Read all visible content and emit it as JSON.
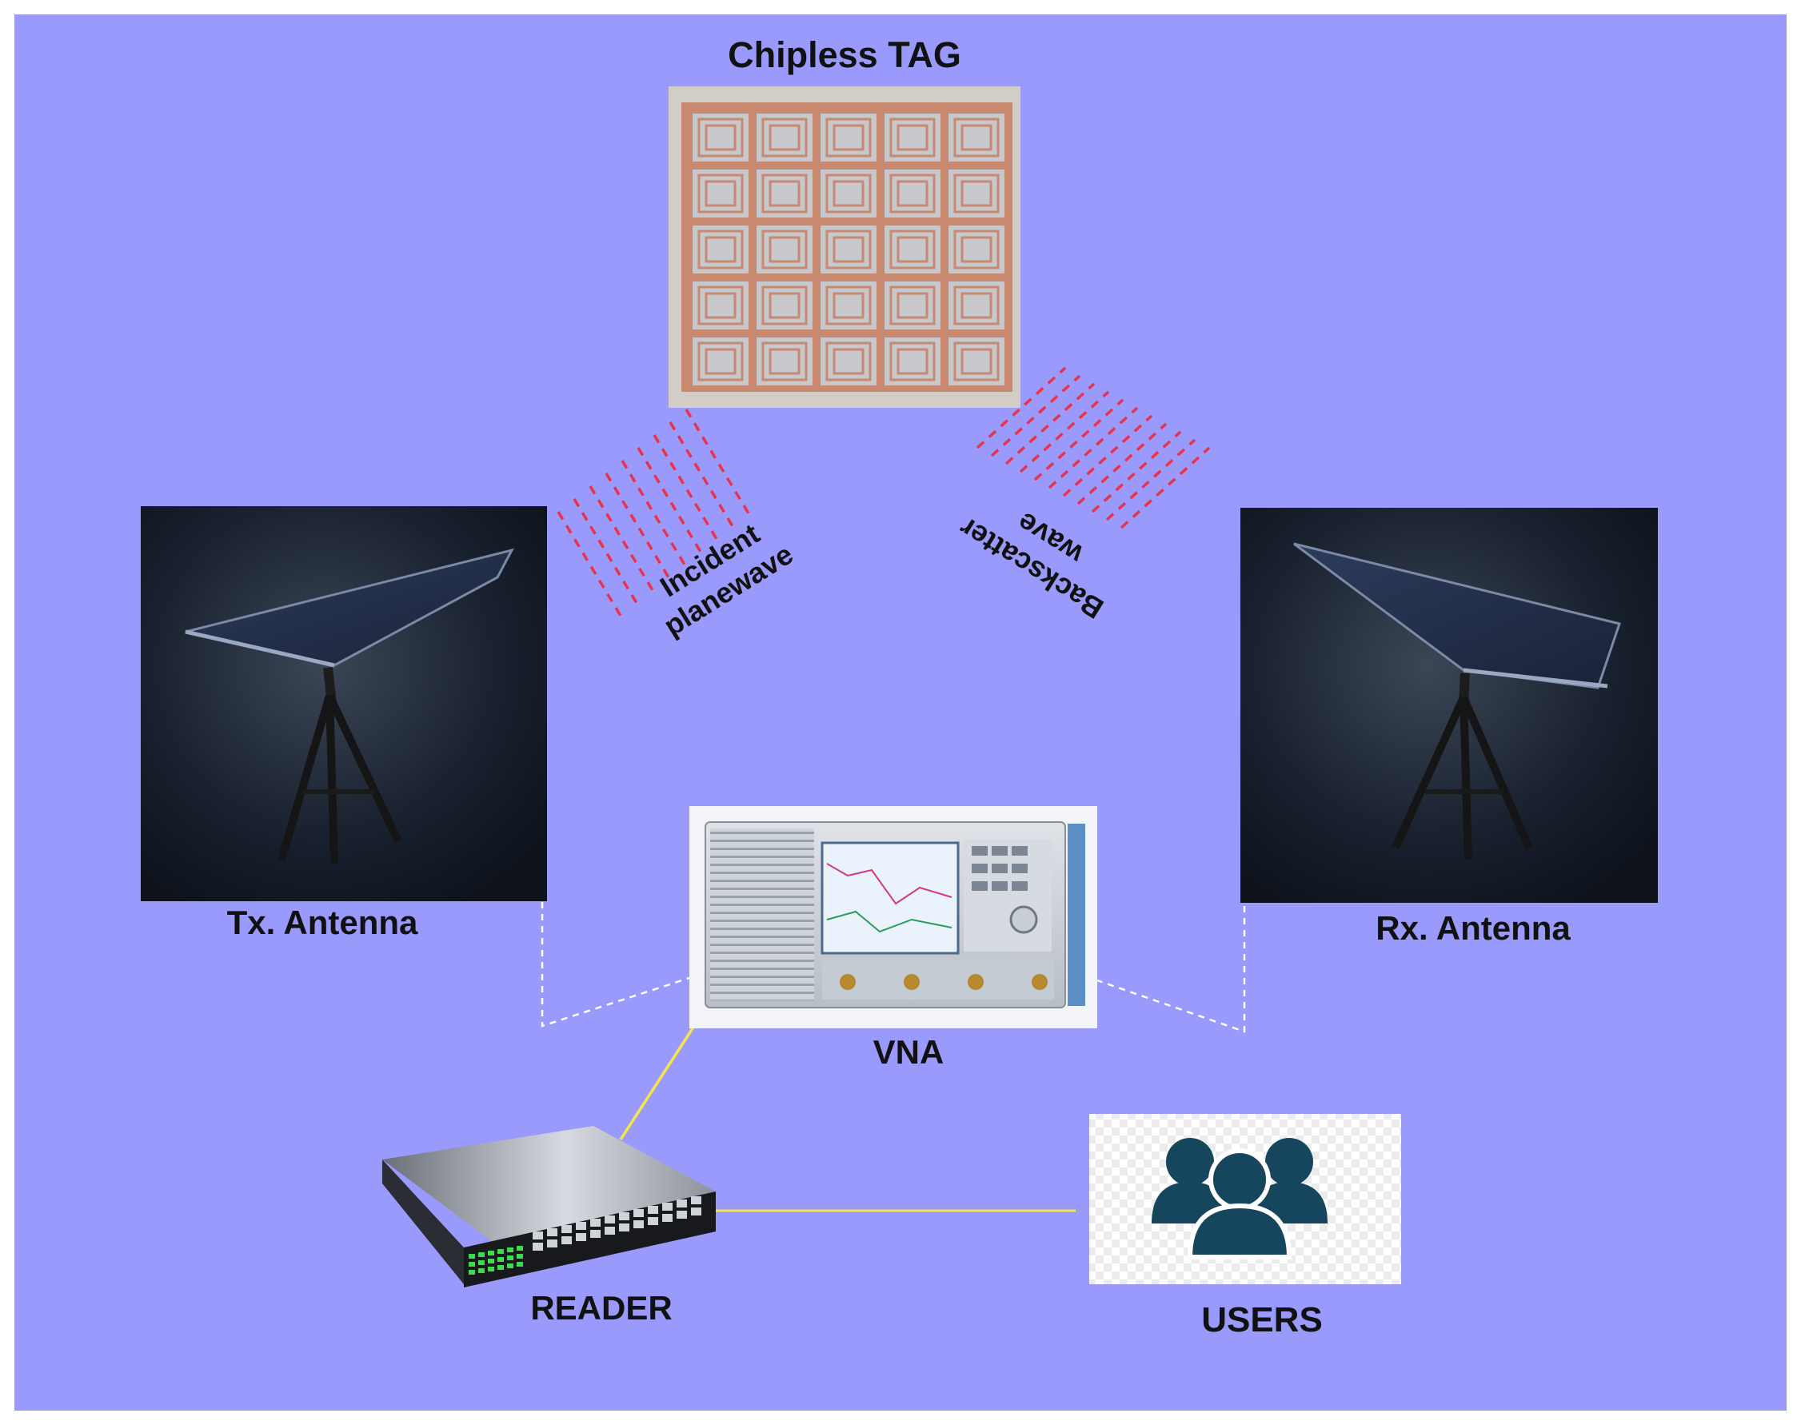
{
  "diagram": {
    "background_color": "#9a9afc",
    "labels": {
      "tag": "Chipless TAG",
      "tx": "Tx. Antenna",
      "rx": "Rx. Antenna",
      "vna": "VNA",
      "reader": "READER",
      "users": "USERS",
      "incident_line1": "Incident",
      "incident_line2": "planewave",
      "backscatter_line1": "Backscatter",
      "backscatter_line2": "wave"
    },
    "colors": {
      "wave_dash": "#e8334a",
      "yellow_link": "#f2e64a",
      "dotted_link": "#ffffff",
      "users_icon": "#16465e",
      "tag_copper": "#c98870"
    },
    "icons": [
      "chipless-tag-image",
      "tx-antenna-image",
      "rx-antenna-image",
      "vna-image",
      "network-switch-image",
      "users-icon"
    ]
  }
}
